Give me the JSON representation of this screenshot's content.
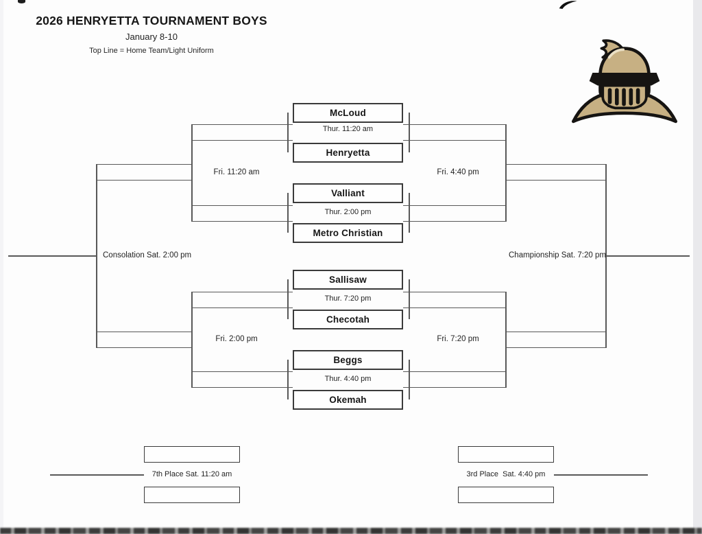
{
  "page": {
    "title": "2026 HENRYETTA TOURNAMENT BOYS",
    "date": "January 8-10",
    "note": "Top Line = Home Team/Light Uniform"
  },
  "colors": {
    "bracket_line": "#585858",
    "box_border": "#3a3a3a",
    "text": "#1f1f1f",
    "knight_gold": "#c7b083",
    "knight_outline": "#161412"
  },
  "logo": {
    "icon": "knight-helmet-mascot"
  },
  "bracket": {
    "games": [
      {
        "home": "McLoud",
        "time": "Thur. 11:20 am",
        "away": "Henryetta"
      },
      {
        "home": "Valliant",
        "time": "Thur. 2:00 pm",
        "away": "Metro Christian"
      },
      {
        "home": "Sallisaw",
        "time": "Thur. 7:20 pm",
        "away": "Checotah"
      },
      {
        "home": "Beggs",
        "time": "Thur. 4:40 pm",
        "away": "Okemah"
      }
    ],
    "consolation_semifinals": [
      {
        "time": "Fri. 11:20 am"
      },
      {
        "time": "Fri. 2:00 pm"
      }
    ],
    "winners_semifinals": [
      {
        "time": "Fri. 4:40 pm"
      },
      {
        "time": "Fri. 7:20 pm"
      }
    ],
    "consolation_final": {
      "label": "Consolation Sat. 2:00 pm"
    },
    "championship": {
      "label": "Championship Sat. 7:20 pm"
    },
    "seventh_place": {
      "label": "7th Place Sat. 11:20 am"
    },
    "third_place": {
      "label": "3rd Place  Sat. 4:40 pm"
    }
  }
}
